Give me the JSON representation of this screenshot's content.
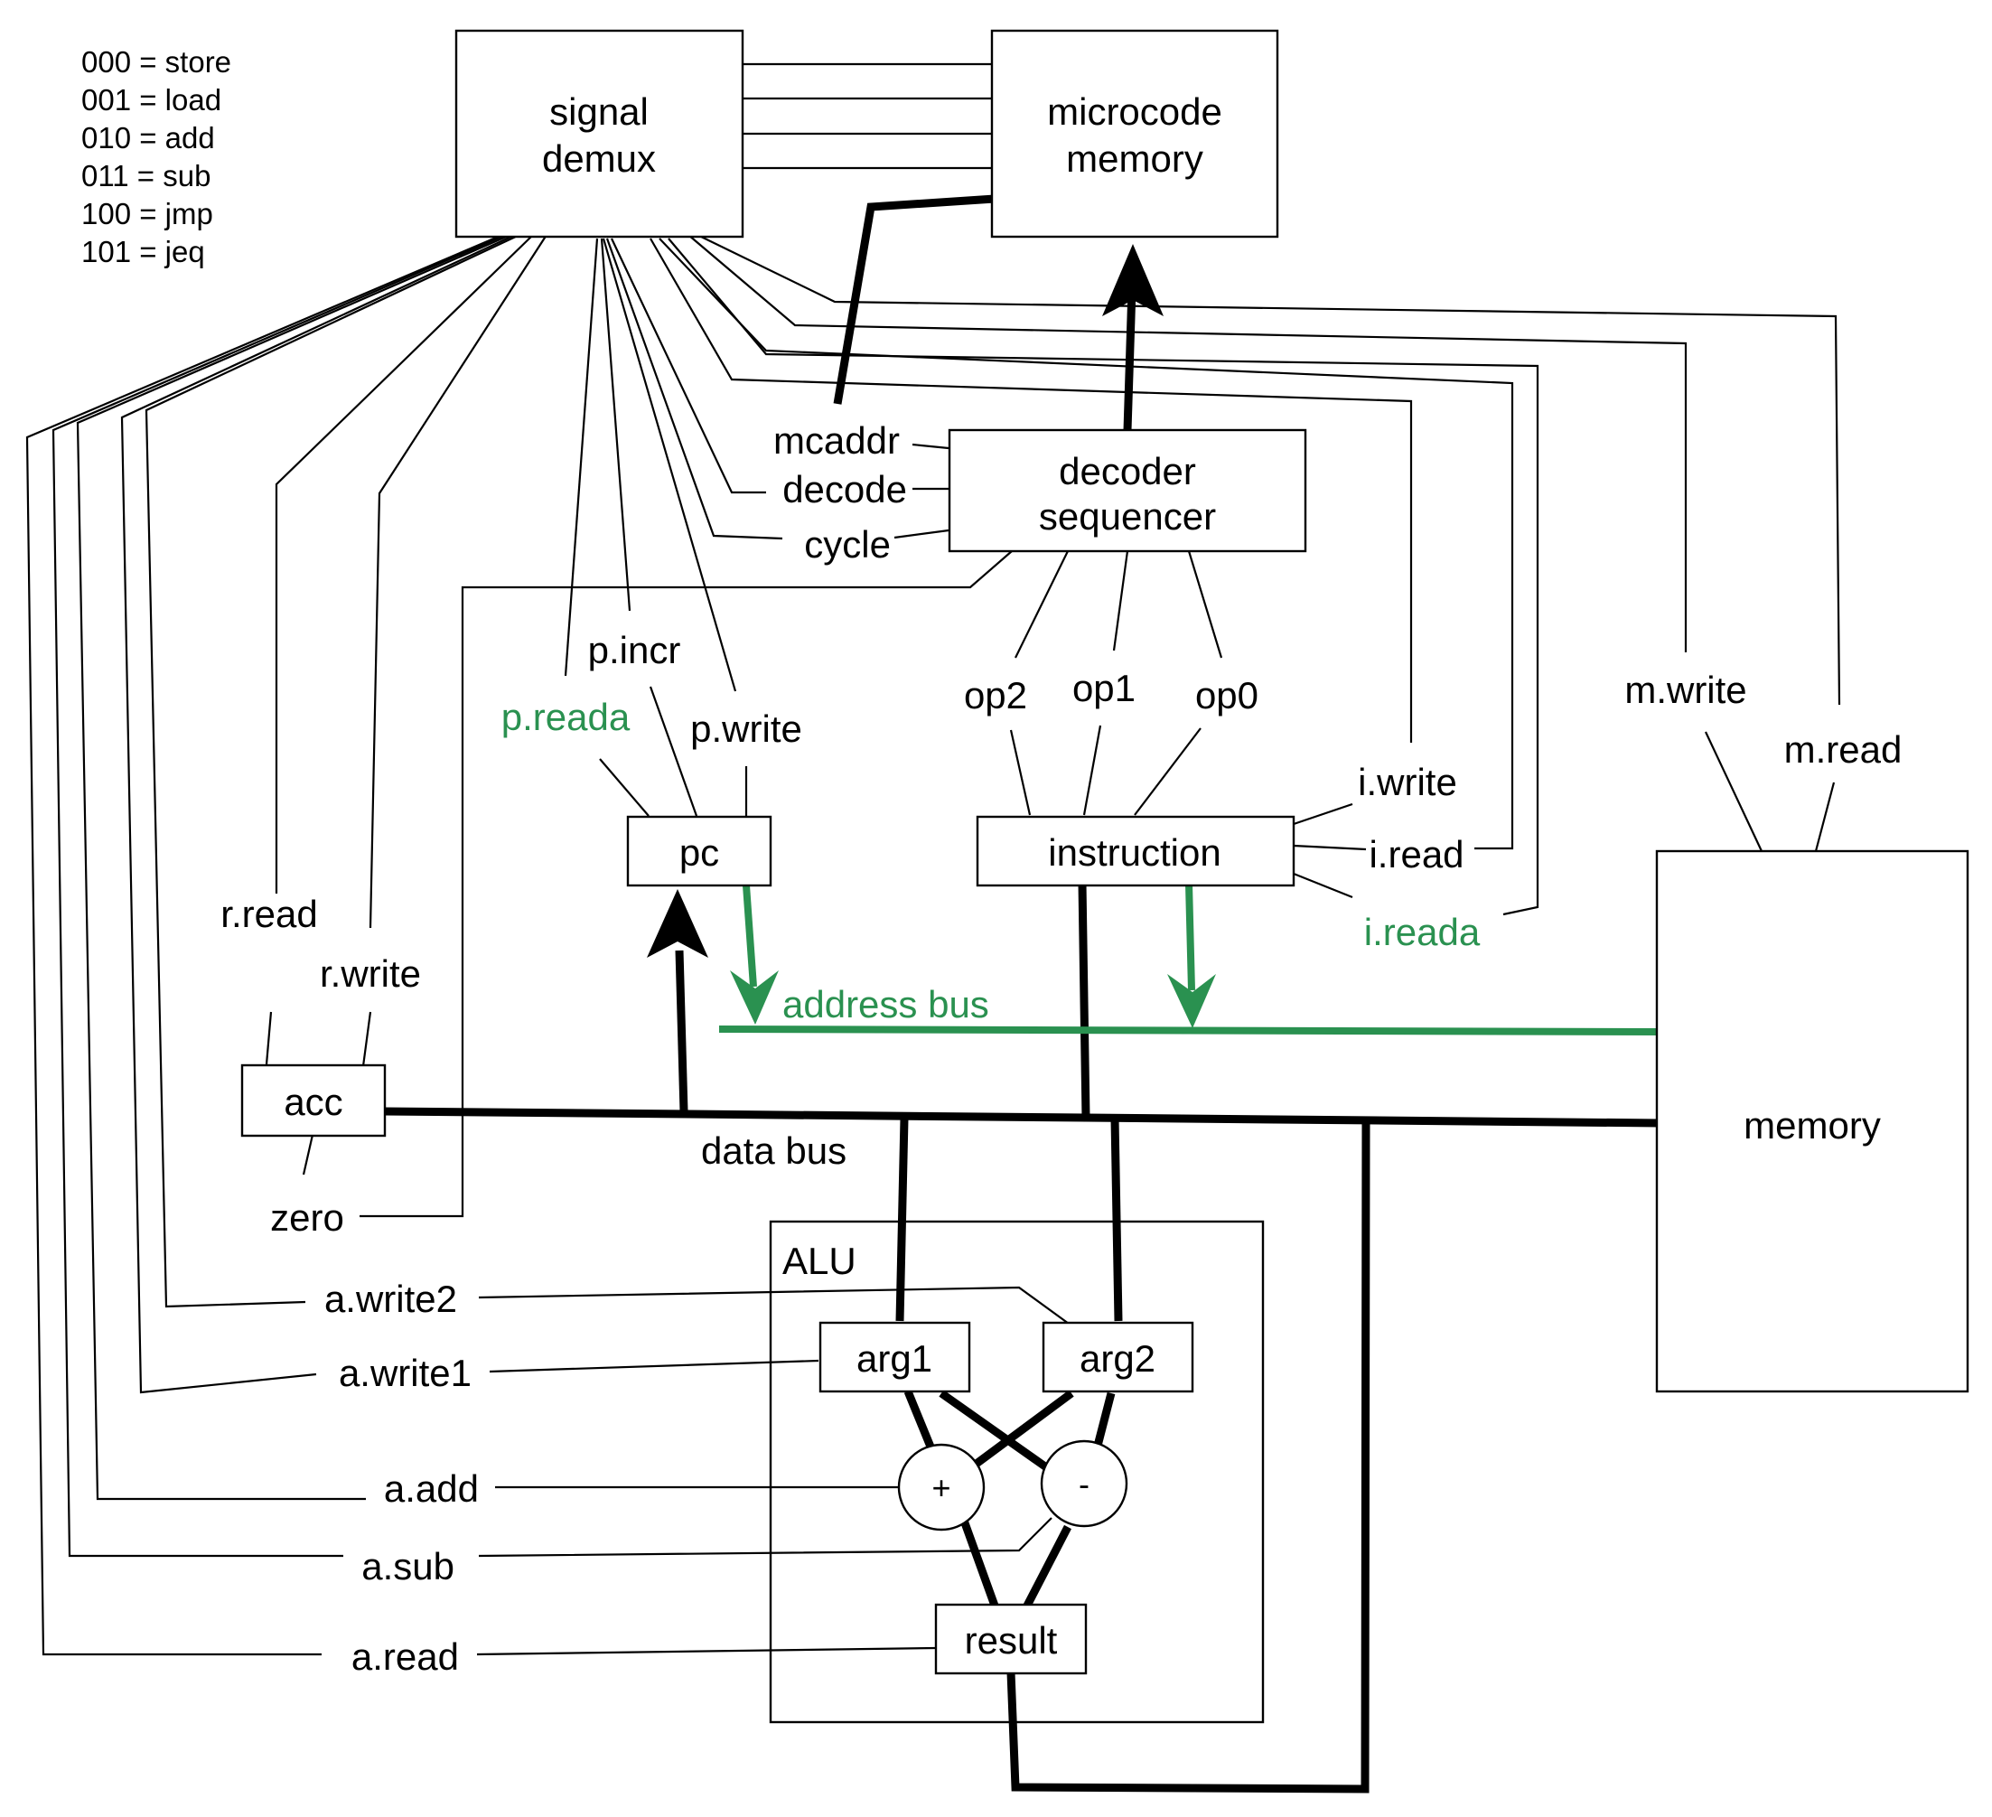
{
  "legend": [
    "000 = store",
    "001 = load",
    "010 = add",
    "011 = sub",
    "100 = jmp",
    "101 = jeq"
  ],
  "boxes": {
    "signal_demux": [
      "signal",
      "demux"
    ],
    "microcode_memory": [
      "microcode",
      "memory"
    ],
    "decoder_sequencer": [
      "decoder",
      "sequencer"
    ],
    "pc": "pc",
    "instruction": "instruction",
    "acc": "acc",
    "memory": "memory",
    "alu": "ALU",
    "arg1": "arg1",
    "arg2": "arg2",
    "result": "result"
  },
  "operators": {
    "add": "+",
    "sub": "-"
  },
  "signals": {
    "mcaddr": "mcaddr",
    "decode": "decode",
    "cycle": "cycle",
    "p_incr": "p.incr",
    "p_reada": "p.reada",
    "p_write": "p.write",
    "op2": "op2",
    "op1": "op1",
    "op0": "op0",
    "i_write": "i.write",
    "i_read": "i.read",
    "i_reada": "i.reada",
    "m_write": "m.write",
    "m_read": "m.read",
    "r_read": "r.read",
    "r_write": "r.write",
    "zero": "zero",
    "a_write2": "a.write2",
    "a_write1": "a.write1",
    "a_add": "a.add",
    "a_sub": "a.sub",
    "a_read": "a.read"
  },
  "buses": {
    "address": "address bus",
    "data": "data bus"
  },
  "colors": {
    "address_bus": "#2a9150",
    "wire": "#000000"
  }
}
